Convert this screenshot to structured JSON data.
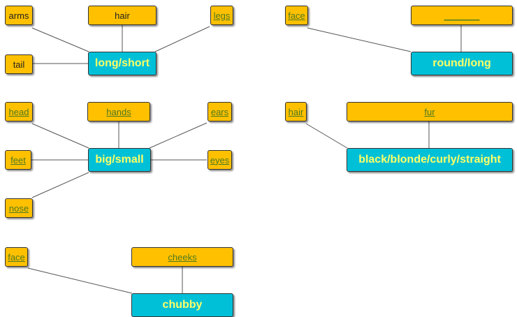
{
  "colors": {
    "leaf": "#FFC000",
    "center": "#00C0D8",
    "center_text": "#FFFF66",
    "link_text": "#4C7A1F"
  },
  "groups": [
    {
      "center": "long/short",
      "leaves": [
        {
          "text": "arms",
          "link": false
        },
        {
          "text": "hair",
          "link": false
        },
        {
          "text": "legs",
          "link": true
        },
        {
          "text": "tail",
          "link": false
        }
      ]
    },
    {
      "center": "round/long",
      "leaves": [
        {
          "text": "face",
          "link": true
        },
        {
          "text": "_______",
          "link": true
        }
      ]
    },
    {
      "center": "big/small",
      "leaves": [
        {
          "text": "head",
          "link": true
        },
        {
          "text": "hands",
          "link": true
        },
        {
          "text": "ears",
          "link": true
        },
        {
          "text": "feet",
          "link": true
        },
        {
          "text": "eyes",
          "link": true
        },
        {
          "text": "nose",
          "link": true
        }
      ]
    },
    {
      "center": "black/blonde/curly/straight",
      "leaves": [
        {
          "text": "hair",
          "link": true
        },
        {
          "text": "fur",
          "link": true
        }
      ]
    },
    {
      "center": "chubby",
      "leaves": [
        {
          "text": "face",
          "link": true
        },
        {
          "text": "cheeks",
          "link": true
        }
      ]
    }
  ]
}
